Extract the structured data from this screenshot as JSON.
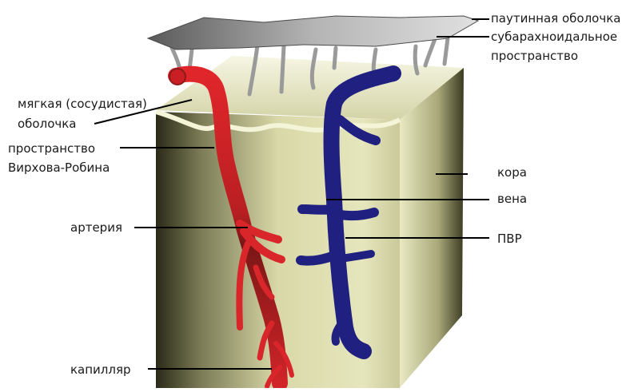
{
  "labels": {
    "arachnoid": "паутинная оболочка",
    "subarachnoid_1": "субарахноидальное",
    "subarachnoid_2": "пространство",
    "pia_1": "мягкая (сосудистая)",
    "pia_2": "оболочка",
    "vr_space_1": "пространство",
    "vr_space_2": "Вирхова-Робина",
    "cortex": "кора",
    "vein": "вена",
    "pvr": "ПВР",
    "artery": "артерия",
    "capillary": "капилляр"
  },
  "colors": {
    "artery": "#e0262b",
    "artery_dark": "#8c1a1a",
    "vein": "#202080",
    "tissue_light": "#e8e8c0",
    "tissue_dark": "#2a2a18",
    "arachnoid": "#8a8a8a"
  }
}
